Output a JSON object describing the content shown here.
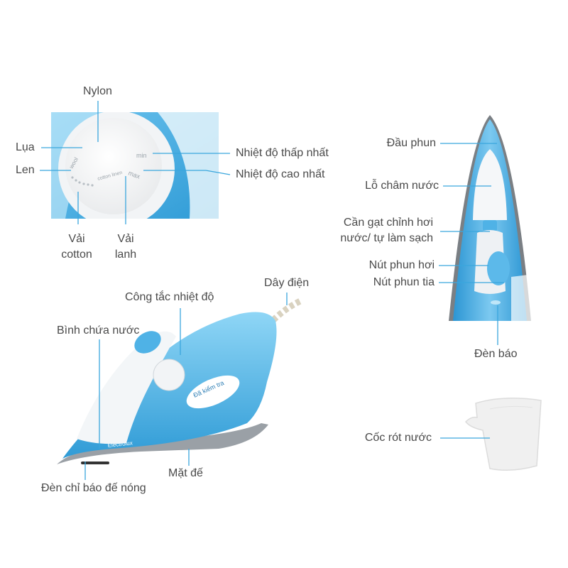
{
  "dial_panel": {
    "label_nylon": "Nylon",
    "label_silk": "Lụa",
    "label_wool": "Len",
    "label_min_temp": "Nhiệt độ thấp nhất",
    "label_max_temp": "Nhiệt độ cao nhất",
    "label_cotton_line1": "Vải",
    "label_cotton_line2": "cotton",
    "label_linen_line1": "Vải",
    "label_linen_line2": "lanh",
    "dial_text_min": "min",
    "dial_text_max": "max",
    "dial_text_wool": "wool",
    "dial_text_cotton_linen": "cotton linen"
  },
  "front_view": {
    "label_spray_head": "Đầu phun",
    "label_fill_hole": "Lỗ châm nước",
    "label_steam_lever_line1": "Cần gạt chỉnh hơi",
    "label_steam_lever_line2": "nước/ tự làm sạch",
    "label_steam_button": "Nút phun hơi",
    "label_spray_button": "Nút phun tia",
    "label_indicator": "Đèn báo"
  },
  "side_view": {
    "label_power_cord": "Dây điện",
    "label_temp_switch": "Công tắc nhiệt độ",
    "label_water_tank": "Bình chứa nước",
    "label_soleplate": "Mặt đế",
    "label_heat_light": "Đèn chỉ báo đế nóng",
    "badge_text": "Đã kiểm tra",
    "brand_text": "Electrolux"
  },
  "accessory": {
    "label_water_cup": "Cốc rót nước"
  },
  "colors": {
    "iron_blue": "#3aa6dd",
    "iron_light_blue": "#8fd0f2",
    "iron_white": "#f4f6f8",
    "line_color": "#3aa6dd",
    "label_text": "#4a4a4a"
  }
}
